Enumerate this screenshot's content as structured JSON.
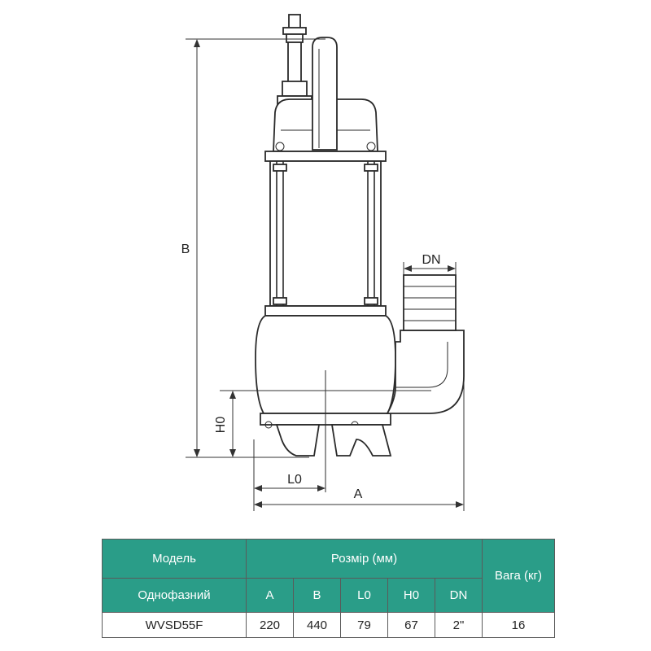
{
  "diagram": {
    "dimension_labels": {
      "b": "B",
      "dn": "DN",
      "h0": "H0",
      "l0": "L0",
      "a": "A"
    }
  },
  "table": {
    "header_model": "Модель",
    "header_size": "Розмір (мм)",
    "header_weight": "Вага (кг)",
    "subheader_phase": "Однофазний",
    "columns": [
      "A",
      "B",
      "L0",
      "H0",
      "DN"
    ],
    "row": {
      "model": "WVSD55F",
      "values": [
        "220",
        "440",
        "79",
        "67",
        "2\""
      ],
      "weight": "16"
    }
  }
}
